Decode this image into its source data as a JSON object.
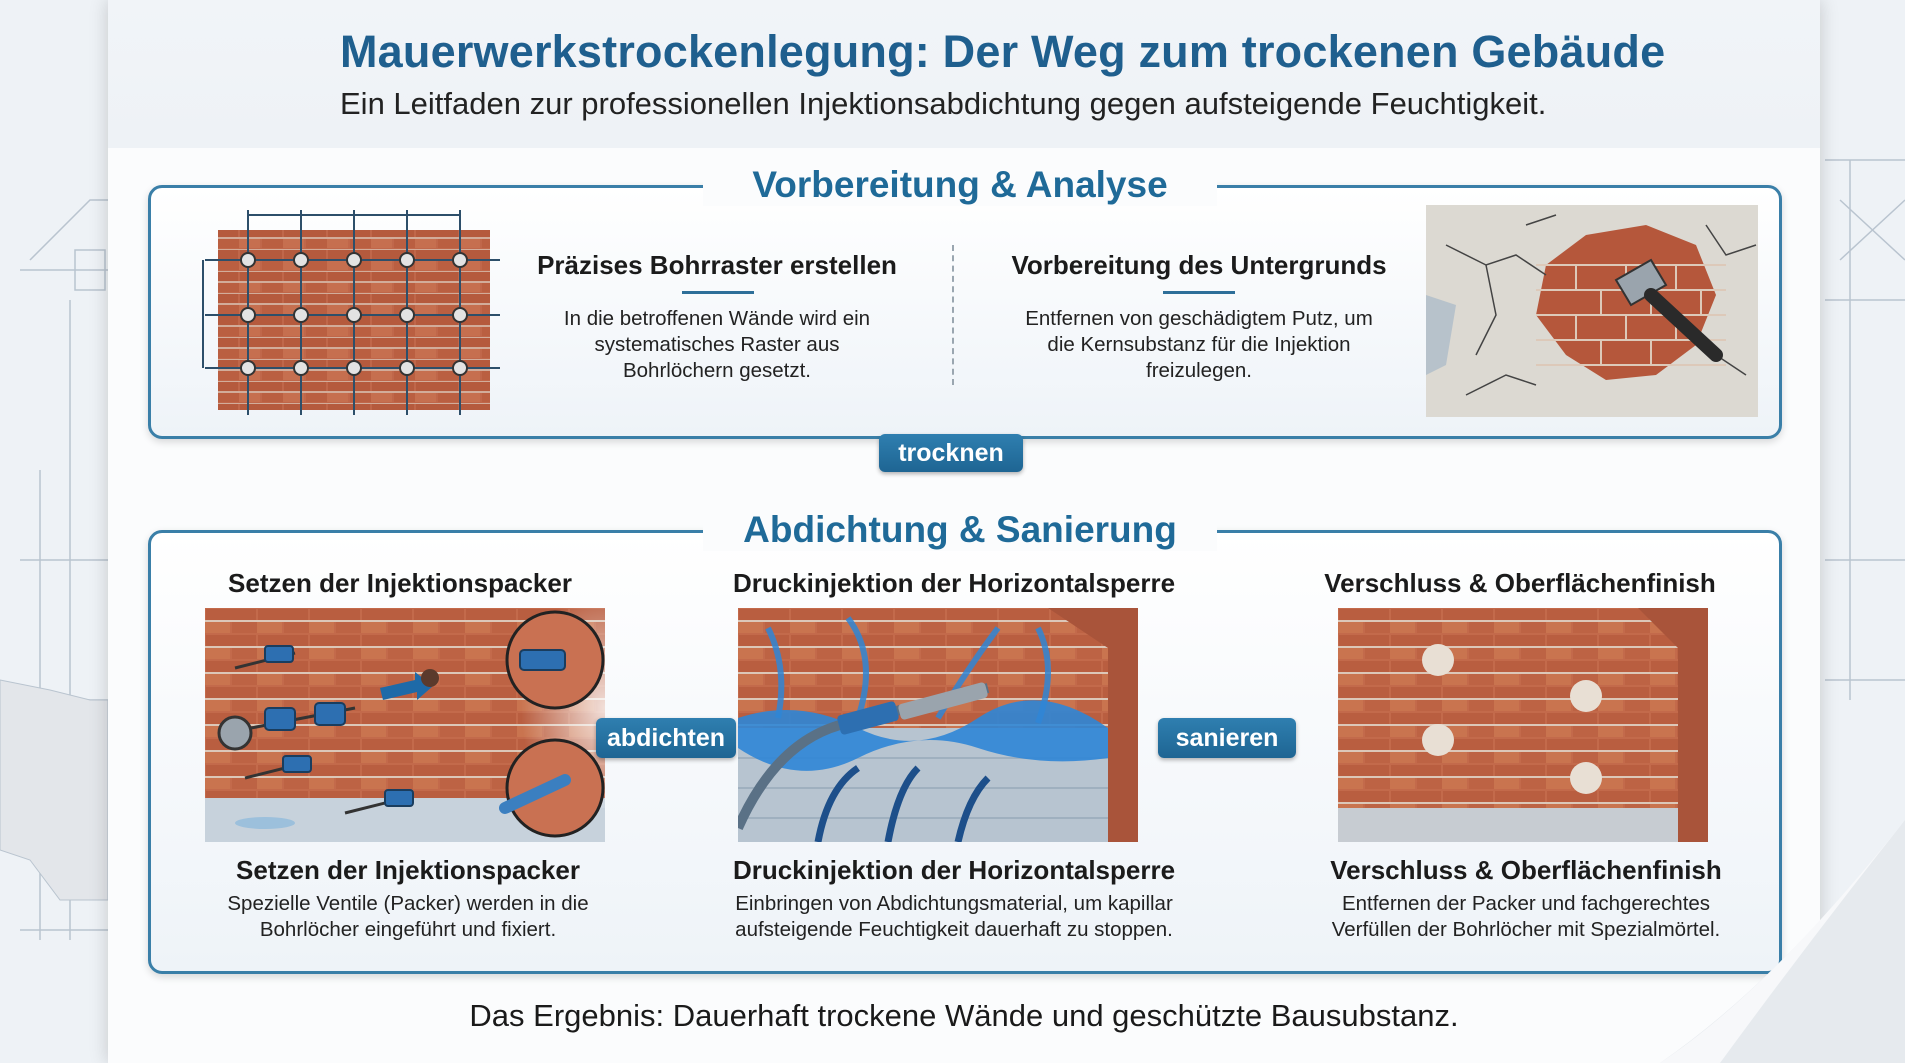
{
  "header": {
    "title": "Mauerwerkstrockenlegung: Der Weg zum trockenen Gebäude",
    "subtitle": "Ein Leitfaden zur professionellen Injektionsabdichtung gegen aufsteigende Feuchtigkeit."
  },
  "section_preparation": {
    "heading": "Vorbereitung & Analyse",
    "steps": [
      {
        "title": "Präzises Bohrraster erstellen",
        "desc": "In die betroffenen Wände wird ein systematisches Raster aus Bohrlöchern gesetzt."
      },
      {
        "title": "Vorbereitung des Untergrunds",
        "desc": "Entfernen von geschädigtem Putz, um die Kernsubstanz für die Injektion freizulegen."
      }
    ]
  },
  "connector_1": "trocknen",
  "section_sealing": {
    "heading": "Abdichtung & Sanierung",
    "steps": [
      {
        "top_title": "Setzen der Injektionspacker",
        "title": "Setzen der Injektionspacker",
        "desc": "Spezielle Ventile (Packer) werden in die Bohrlöcher eingeführt und fixiert."
      },
      {
        "top_title": "Druckinjektion der Horizontalsperre",
        "title": "Druckinjektion der Horizontalsperre",
        "desc": "Einbringen von Abdichtungsmaterial, um kapillar aufsteigende Feuchtigkeit dauerhaft zu stoppen."
      },
      {
        "top_title": "Verschluss & Oberflächenfinish",
        "title": "Verschluss & Oberflächenfinish",
        "desc": "Entfernen der Packer und fachgerechtes Verfüllen der Bohrlöcher mit Spezialmörtel."
      }
    ],
    "connectors": [
      "abdichten",
      "sanieren"
    ]
  },
  "result": "Das Ergebnis: Dauerhaft trockene Wände und geschützte Bausubstanz.",
  "colors": {
    "accent": "#1f6a98",
    "panel_border": "#3a7fa8",
    "brick": "#b8583a",
    "water": "#2f86d6"
  }
}
